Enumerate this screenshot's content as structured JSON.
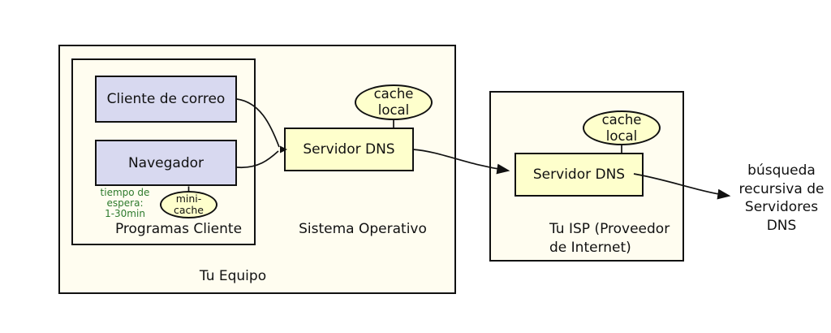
{
  "colors": {
    "region_fill": "#fffdf0",
    "program_fill": "#d8d9f0",
    "dns_fill": "#feffcc",
    "border": "#111111",
    "note_green": "#2d7a2d"
  },
  "regions": {
    "tu_equipo": {
      "label": "Tu Equipo"
    },
    "programas_cliente": {
      "label": "Programas Cliente"
    },
    "sistema_operativo": {
      "label": "Sistema Operativo"
    },
    "isp": {
      "lines": [
        "Tu ISP (Proveedor",
        "de Internet)"
      ]
    }
  },
  "nodes": {
    "cliente_correo": {
      "label": "Cliente de correo"
    },
    "navegador": {
      "label": "Navegador"
    },
    "servidor_dns_os": {
      "label": "Servidor DNS"
    },
    "servidor_dns_isp": {
      "label": "Servidor DNS"
    },
    "cache_local_os": {
      "lines": [
        "cache",
        "local"
      ]
    },
    "cache_local_isp": {
      "lines": [
        "cache",
        "local"
      ]
    },
    "mini_cache": {
      "lines": [
        "mini-",
        "cache"
      ]
    }
  },
  "annotations": {
    "tiempo_espera": {
      "lines": [
        "tiempo de",
        "espera:",
        "1-30min"
      ]
    },
    "busqueda_recursiva": {
      "lines": [
        "búsqueda",
        "recursiva de",
        "Servidores",
        "DNS"
      ]
    }
  }
}
